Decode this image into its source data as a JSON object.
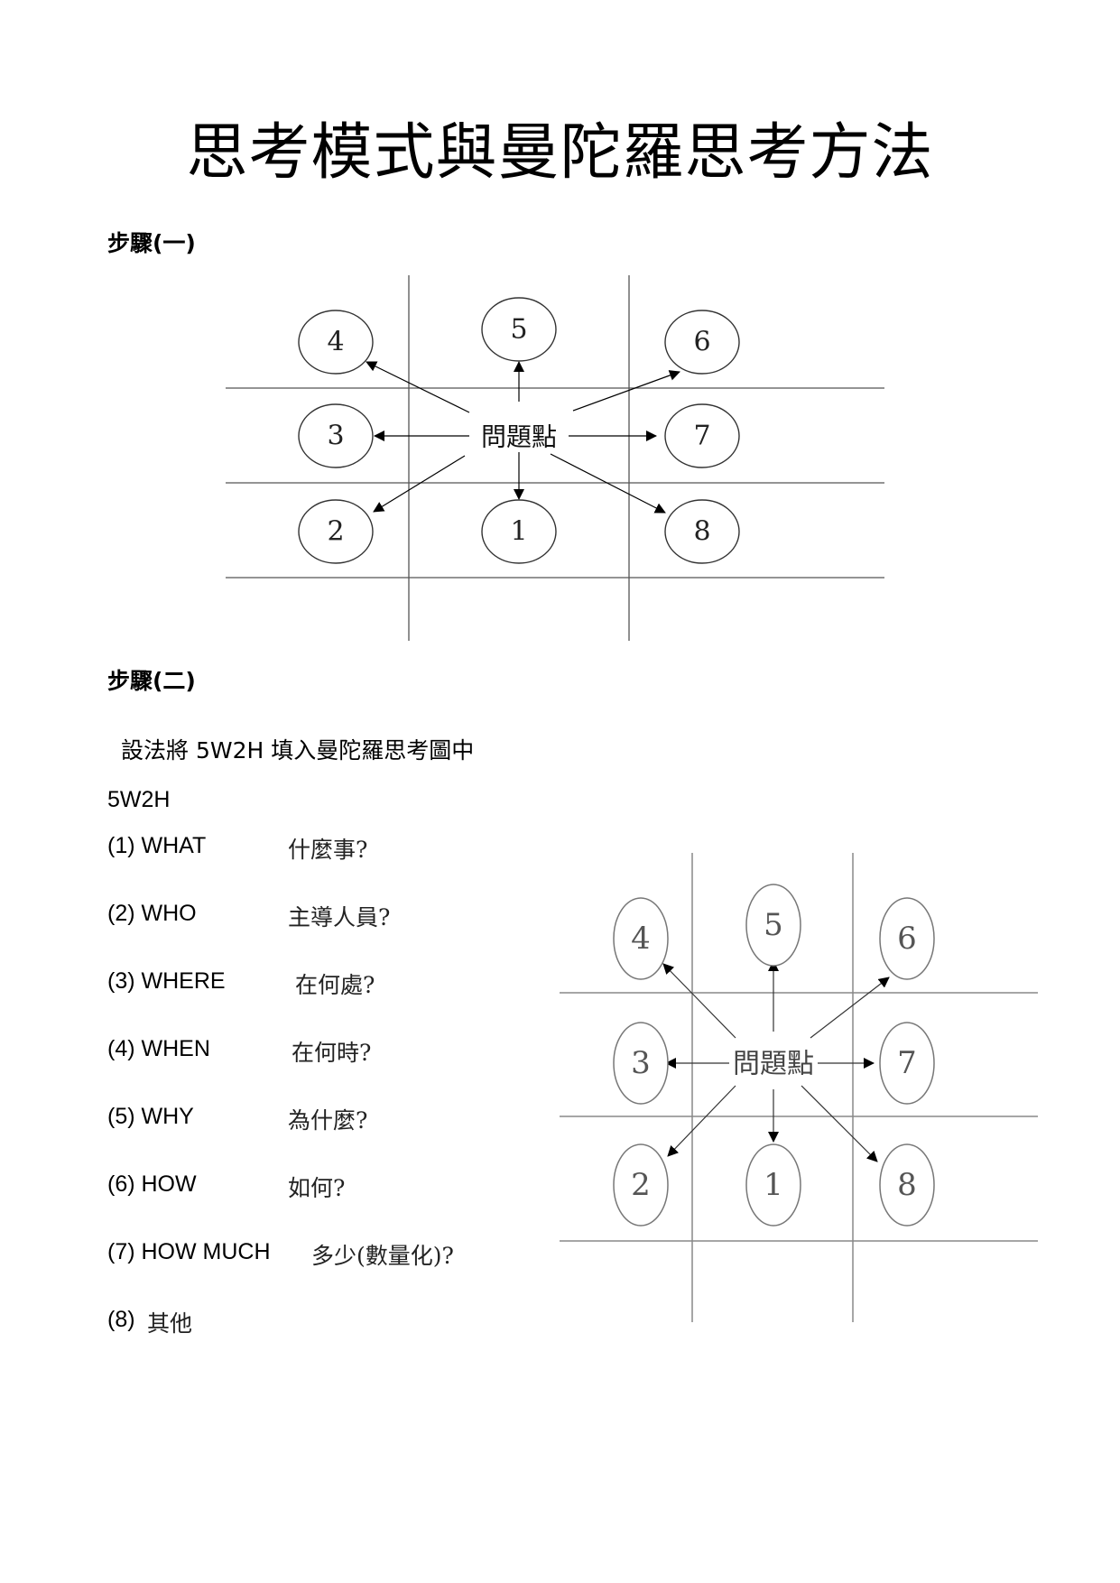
{
  "title": "思考模式與曼陀羅思考方法",
  "step1": {
    "heading": "步驟(一)",
    "center": "問題點",
    "circles": [
      {
        "id": "c4",
        "label": "4"
      },
      {
        "id": "c5",
        "label": "5"
      },
      {
        "id": "c6",
        "label": "6"
      },
      {
        "id": "c3",
        "label": "3"
      },
      {
        "id": "c7",
        "label": "7"
      },
      {
        "id": "c2",
        "label": "2"
      },
      {
        "id": "c1",
        "label": "1"
      },
      {
        "id": "c8",
        "label": "8"
      }
    ]
  },
  "step2": {
    "heading": "步驟(二)",
    "intro": "設法將 5W2H 填入曼陀羅思考圖中",
    "list_title": "5W2H",
    "items": [
      {
        "label": "(1) WHAT",
        "text": "什麼事?"
      },
      {
        "label": "(2) WHO",
        "text": "主導人員?"
      },
      {
        "label": "(3) WHERE",
        "text": "在何處?"
      },
      {
        "label": "(4) WHEN",
        "text": "在何時?"
      },
      {
        "label": "(5) WHY",
        "text": "為什麼?"
      },
      {
        "label": "(6) HOW",
        "text": "如何?"
      },
      {
        "label": "(7) HOW MUCH",
        "text": "多少(數量化)?"
      },
      {
        "label": "(8)",
        "text": "其他"
      }
    ],
    "center": "問題點",
    "circles": [
      {
        "id": "c4",
        "label": "4"
      },
      {
        "id": "c5",
        "label": "5"
      },
      {
        "id": "c6",
        "label": "6"
      },
      {
        "id": "c3",
        "label": "3"
      },
      {
        "id": "c7",
        "label": "7"
      },
      {
        "id": "c2",
        "label": "2"
      },
      {
        "id": "c1",
        "label": "1"
      },
      {
        "id": "c8",
        "label": "8"
      }
    ]
  }
}
